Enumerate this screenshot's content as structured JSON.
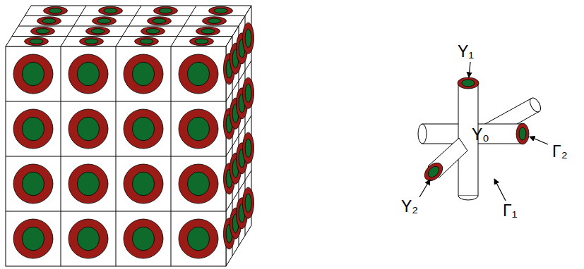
{
  "diagram": {
    "labels": [
      "Y₁",
      "Y₀",
      "Γ₂",
      "Y₂",
      "Γ₁"
    ]
  }
}
